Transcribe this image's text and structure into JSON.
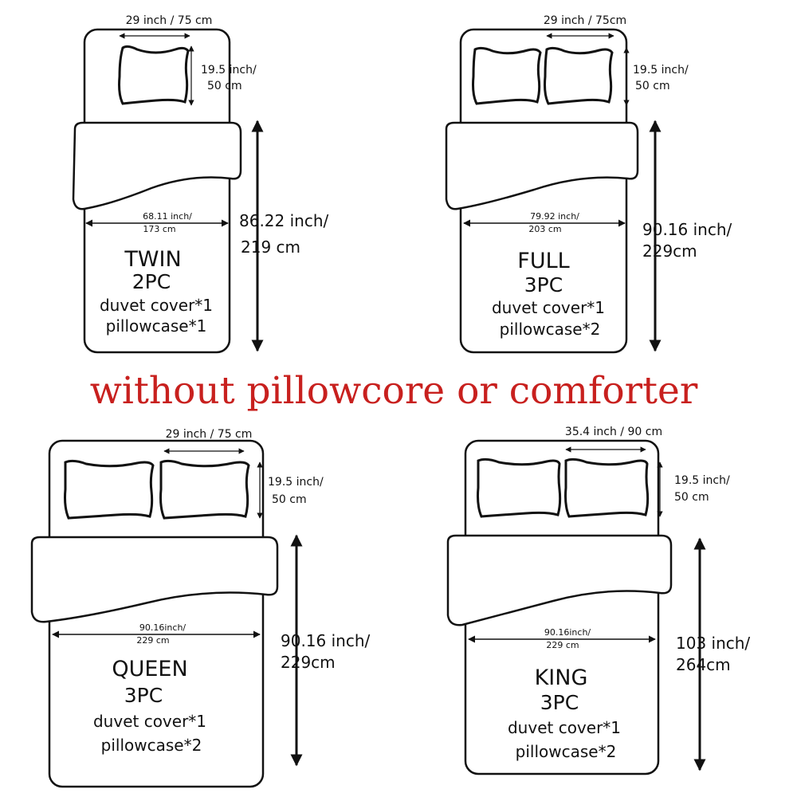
{
  "headline": "without pillowcore or comforter",
  "colors": {
    "line": "#111111",
    "headline": "#c8201e",
    "background": "#ffffff"
  },
  "beds": {
    "twin": {
      "pillow_width": "29 inch /  75 cm",
      "pillow_height_1": "19.5  inch/",
      "pillow_height_2": "50  cm",
      "bed_width_1": "68.11 inch/",
      "bed_width_2": "173 cm",
      "bed_length_1": "86.22 inch/",
      "bed_length_2": "219 cm",
      "name": "TWIN",
      "pieces": "2PC",
      "item_1": "duvet cover*1",
      "item_2": "pillowcase*1"
    },
    "full": {
      "pillow_width": "29 inch /  75cm",
      "pillow_height_1": "19.5  inch/",
      "pillow_height_2": "50 cm",
      "bed_width_1": "79.92 inch/",
      "bed_width_2": "203 cm",
      "bed_length_1": "90.16 inch/",
      "bed_length_2": "229cm",
      "name": "FULL",
      "pieces": "3PC",
      "item_1": "duvet cover*1",
      "item_2": "pillowcase*2"
    },
    "queen": {
      "pillow_width": "29 inch /  75 cm",
      "pillow_height_1": "19.5 inch/",
      "pillow_height_2": "50 cm",
      "bed_width_1": "90.16inch/",
      "bed_width_2": "229 cm",
      "bed_length_1": "90.16 inch/",
      "bed_length_2": "229cm",
      "name": "QUEEN",
      "pieces": "3PC",
      "item_1": "duvet cover*1",
      "item_2": "pillowcase*2"
    },
    "king": {
      "pillow_width": "35.4 inch / 90 cm",
      "pillow_height_1": "19.5 inch/",
      "pillow_height_2": "50 cm",
      "bed_width_1": "90.16inch/",
      "bed_width_2": "229 cm",
      "bed_length_1": "103 inch/",
      "bed_length_2": "264cm",
      "name": "KING",
      "pieces": "3PC",
      "item_1": "duvet cover*1",
      "item_2": "pillowcase*2"
    }
  }
}
